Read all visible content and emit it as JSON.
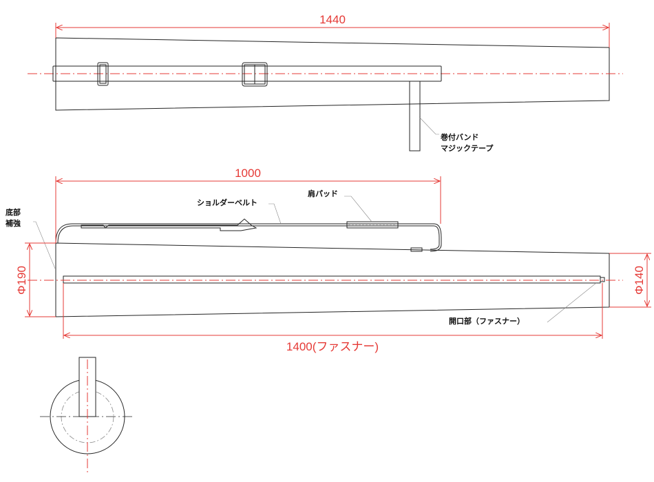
{
  "dimensions": {
    "overall_length": "1440",
    "belt_length": "1000",
    "bottom_diameter": "Φ190",
    "top_diameter": "Φ140",
    "zipper_length": "1400(ファスナー)"
  },
  "labels": {
    "band_line1": "巻付バンド",
    "band_line2": "マジックテープ",
    "shoulder_pad": "肩パッド",
    "shoulder_belt": "ショルダーベルト",
    "bottom_reinforce_line1": "底部",
    "bottom_reinforce_line2": "補強",
    "opening": "開口部（ファスナー）"
  },
  "colors": {
    "dimension": "#e53935",
    "outline": "#222222"
  }
}
